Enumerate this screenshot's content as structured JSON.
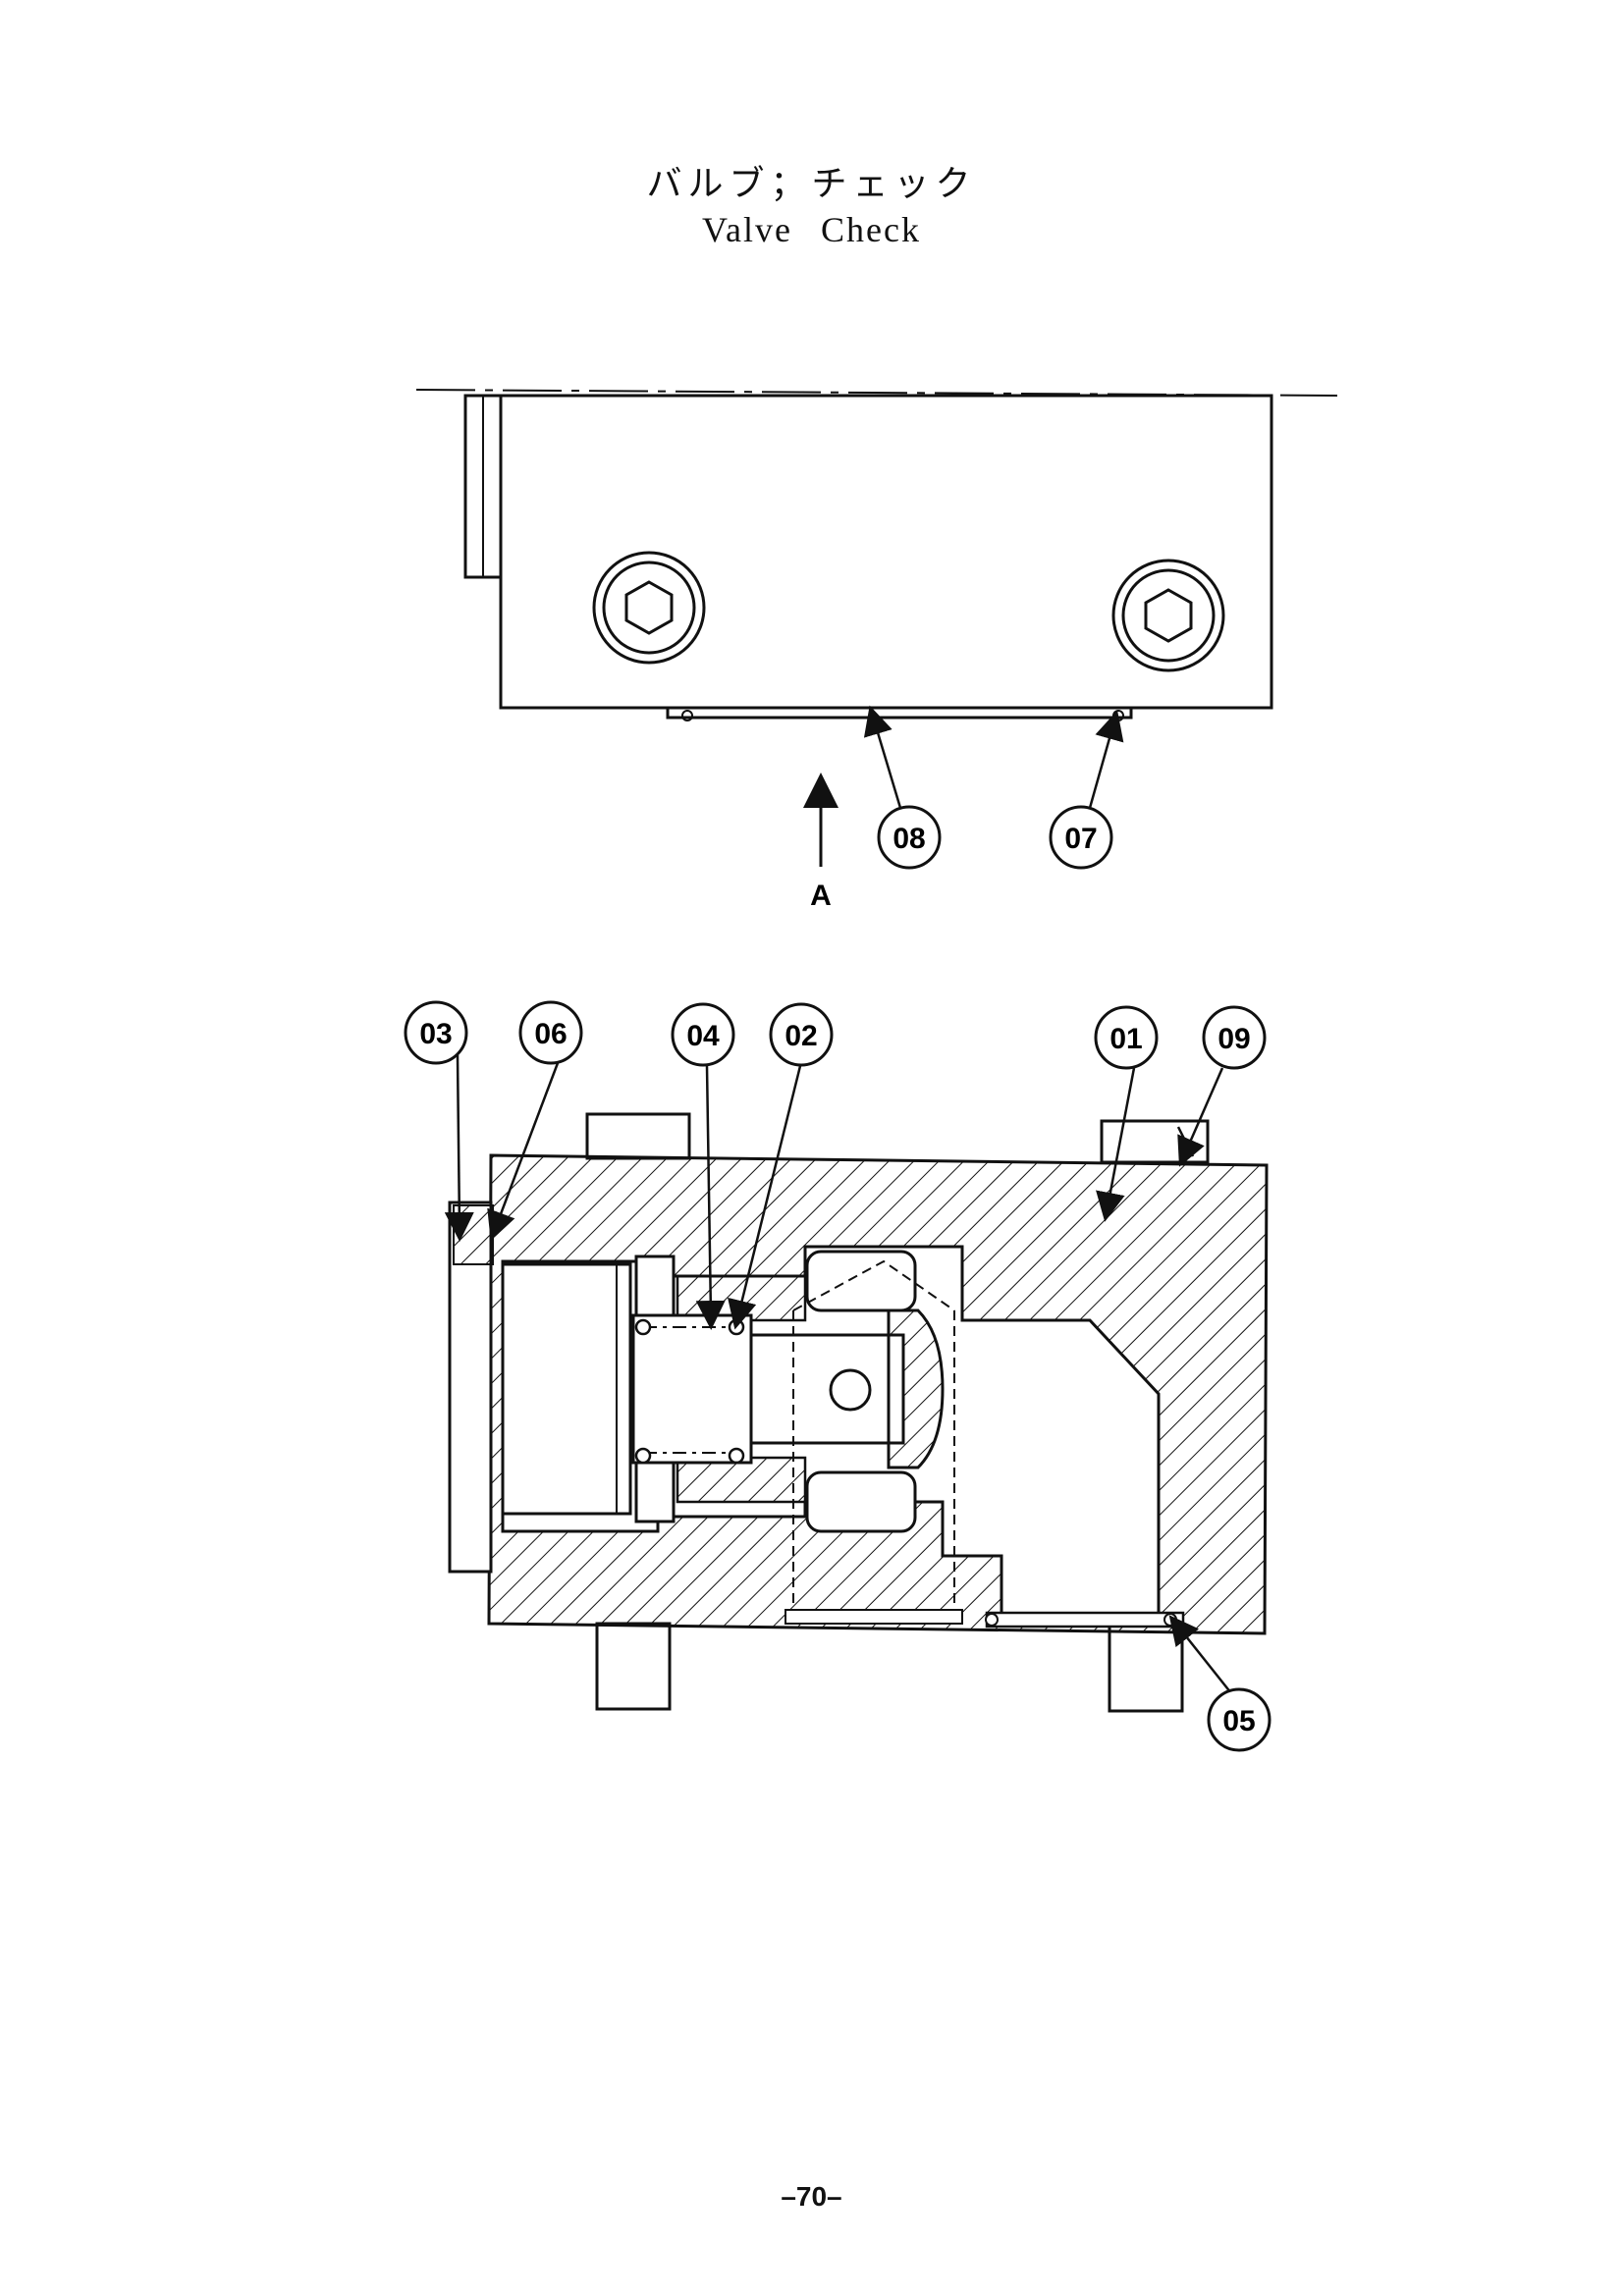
{
  "title": {
    "jp": "バルブ；チェック",
    "en": "Valve   Check"
  },
  "view_label": "A",
  "callouts": {
    "c01": "01",
    "c02": "02",
    "c03": "03",
    "c04": "04",
    "c05": "05",
    "c06": "06",
    "c07": "07",
    "c08": "08",
    "c09": "09"
  },
  "page_number": "–70–"
}
